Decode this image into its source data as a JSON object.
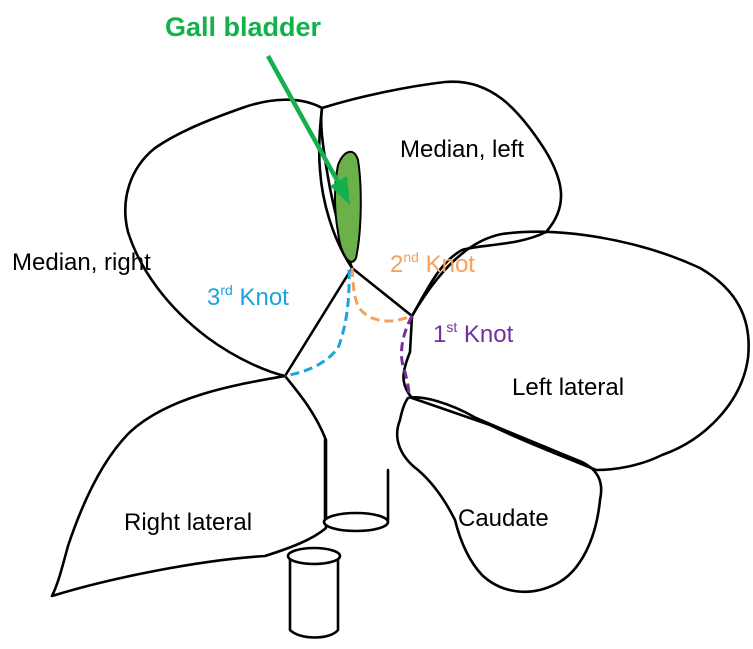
{
  "colors": {
    "outline": "#000000",
    "gall_fill": "#6cb04a",
    "gall_title": "#12b14c",
    "knot1": "#7030a0",
    "knot2": "#f4a15d",
    "knot3": "#1aa3de"
  },
  "labels": {
    "gall_bladder": "Gall bladder",
    "median_left": "Median, left",
    "median_right": "Median, right",
    "left_lateral": "Left lateral",
    "right_lateral": "Right lateral",
    "caudate": "Caudate"
  },
  "knots": {
    "first": {
      "num": "1",
      "sup": "st",
      "word": " Knot"
    },
    "second": {
      "num": "2",
      "sup": "nd",
      "word": " Knot"
    },
    "third": {
      "num": "3",
      "sup": "rd",
      "word": " Knot"
    }
  }
}
